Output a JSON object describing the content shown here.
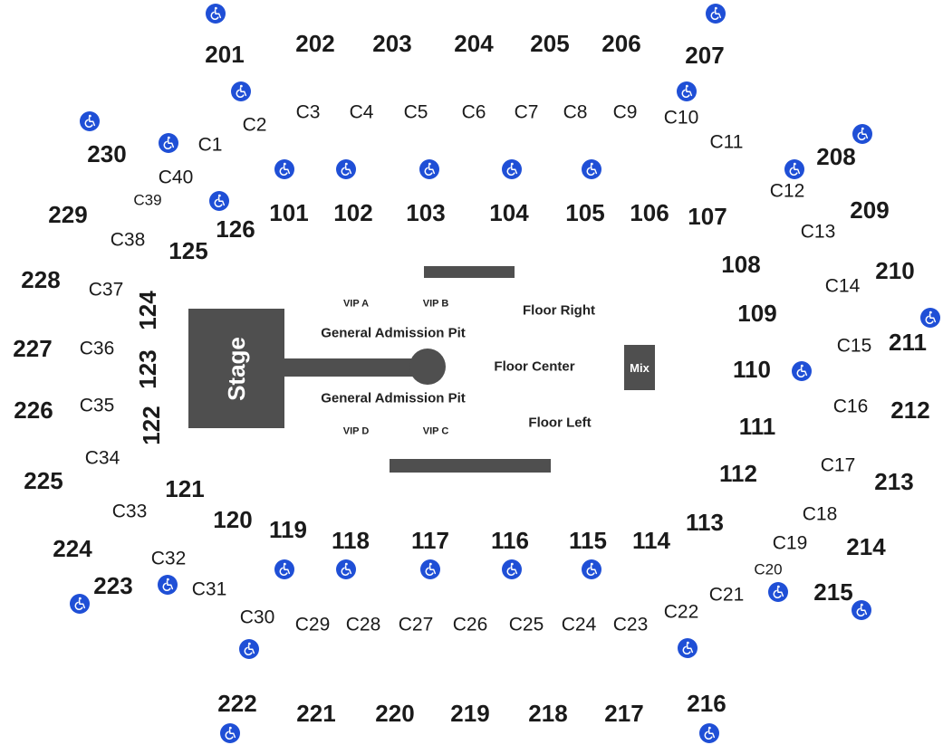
{
  "stage": {
    "label": "Stage"
  },
  "mix": {
    "label": "Mix"
  },
  "floor": {
    "pit_top": "General Admission Pit",
    "pit_bottom": "General Admission Pit",
    "right": "Floor Right",
    "center": "Floor Center",
    "left": "Floor Left",
    "vip_a": "VIP A",
    "vip_b": "VIP B",
    "vip_c": "VIP C",
    "vip_d": "VIP D"
  },
  "colors": {
    "accessible": "#1f4fd6",
    "blocks": "#4f4f4f",
    "text": "#1a1a1a"
  },
  "icon": "wheelchair-icon",
  "sections_200": [
    "201",
    "202",
    "203",
    "204",
    "205",
    "206",
    "207",
    "208",
    "209",
    "210",
    "211",
    "212",
    "213",
    "214",
    "215",
    "216",
    "217",
    "218",
    "219",
    "220",
    "221",
    "222",
    "223",
    "224",
    "225",
    "226",
    "227",
    "228",
    "229",
    "230"
  ],
  "sections_100": [
    "101",
    "102",
    "103",
    "104",
    "105",
    "106",
    "107",
    "108",
    "109",
    "110",
    "111",
    "112",
    "113",
    "114",
    "115",
    "116",
    "117",
    "118",
    "119",
    "120",
    "121",
    "122",
    "123",
    "124",
    "125",
    "126"
  ],
  "club": [
    "C1",
    "C2",
    "C3",
    "C4",
    "C5",
    "C6",
    "C7",
    "C8",
    "C9",
    "C10",
    "C11",
    "C12",
    "C13",
    "C14",
    "C15",
    "C16",
    "C17",
    "C18",
    "C19",
    "C20",
    "C21",
    "C22",
    "C23",
    "C24",
    "C25",
    "C26",
    "C27",
    "C28",
    "C29",
    "C30",
    "C31",
    "C32",
    "C33",
    "C34",
    "C35",
    "C36",
    "C37",
    "C38",
    "C39",
    "C40"
  ]
}
